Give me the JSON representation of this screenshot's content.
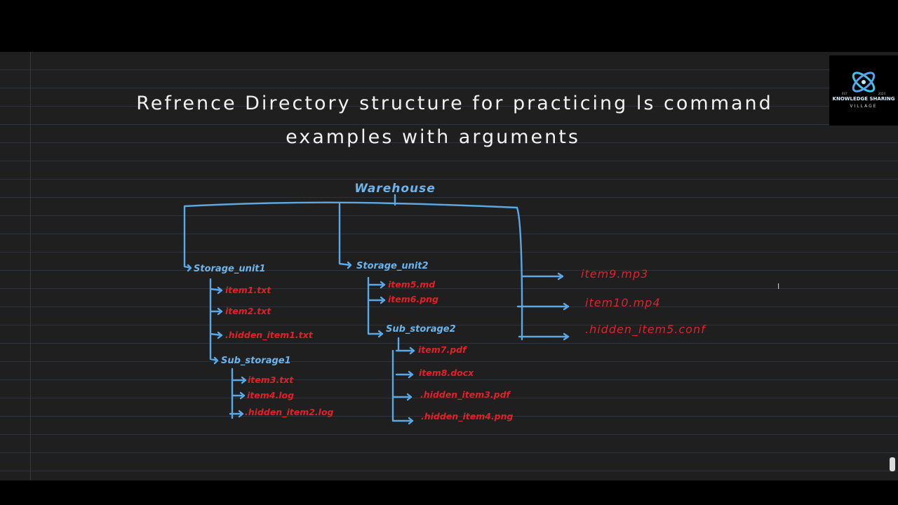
{
  "title": {
    "line1": "Refrence Directory structure for practicing ls command",
    "line2": "examples with arguments"
  },
  "tree": {
    "root": "Warehouse",
    "storage_unit1": {
      "label": "Storage_unit1",
      "files": [
        "item1.txt",
        "item2.txt",
        ".hidden_item1.txt"
      ],
      "sub": {
        "label": "Sub_storage1",
        "files": [
          "item3.txt",
          "item4.log",
          ".hidden_item2.log"
        ]
      }
    },
    "storage_unit2": {
      "label": "Storage_unit2",
      "files": [
        "item5.md",
        "item6.png"
      ],
      "sub": {
        "label": "Sub_storage2",
        "files": [
          "item7.pdf",
          "item8.docx",
          ".hidden_item3.pdf",
          ".hidden_item4.png"
        ]
      }
    },
    "root_files": [
      "item9.mp3",
      "item10.mp4",
      ".hidden_item5.conf"
    ]
  },
  "logo": {
    "name": "KNOWLEDGE SHARING",
    "sub": "VILLAGE",
    "est": "EST",
    "year": "2024"
  },
  "colors": {
    "background": "#1f1f1f",
    "directory": "#5aa9e6",
    "file": "#e3202a",
    "title": "#f2f2f2"
  }
}
